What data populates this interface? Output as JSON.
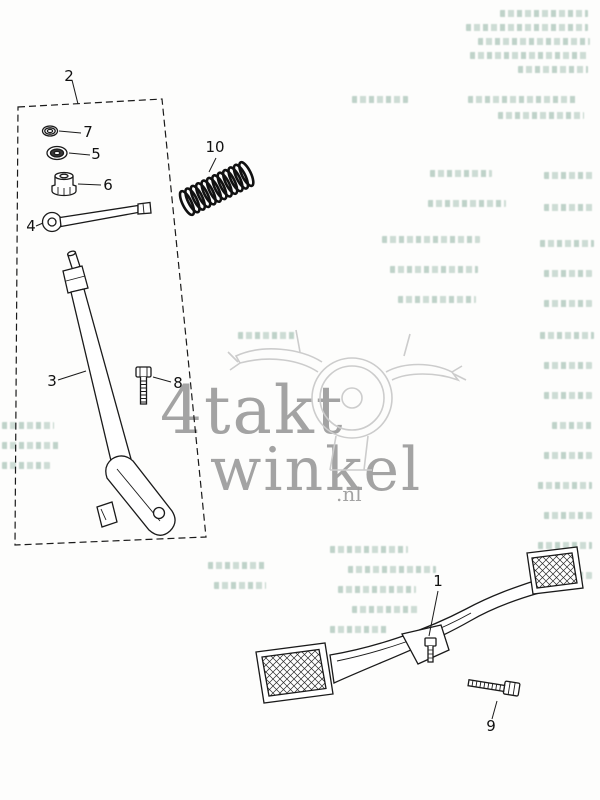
{
  "diagram": {
    "title": "parts-exploded-diagram",
    "callouts": [
      {
        "label": "1"
      },
      {
        "label": "2"
      },
      {
        "label": "3"
      },
      {
        "label": "4"
      },
      {
        "label": "5"
      },
      {
        "label": "6"
      },
      {
        "label": "7"
      },
      {
        "label": "8"
      },
      {
        "label": "9"
      },
      {
        "label": "10"
      }
    ],
    "watermark": {
      "word1": "4takt",
      "word2": "winkel",
      "suffix": ".nl"
    },
    "colors": {
      "line": "#1a1a1a",
      "watermark_gray": "#9c9c9c",
      "bleed_green": "#6a9883"
    }
  }
}
